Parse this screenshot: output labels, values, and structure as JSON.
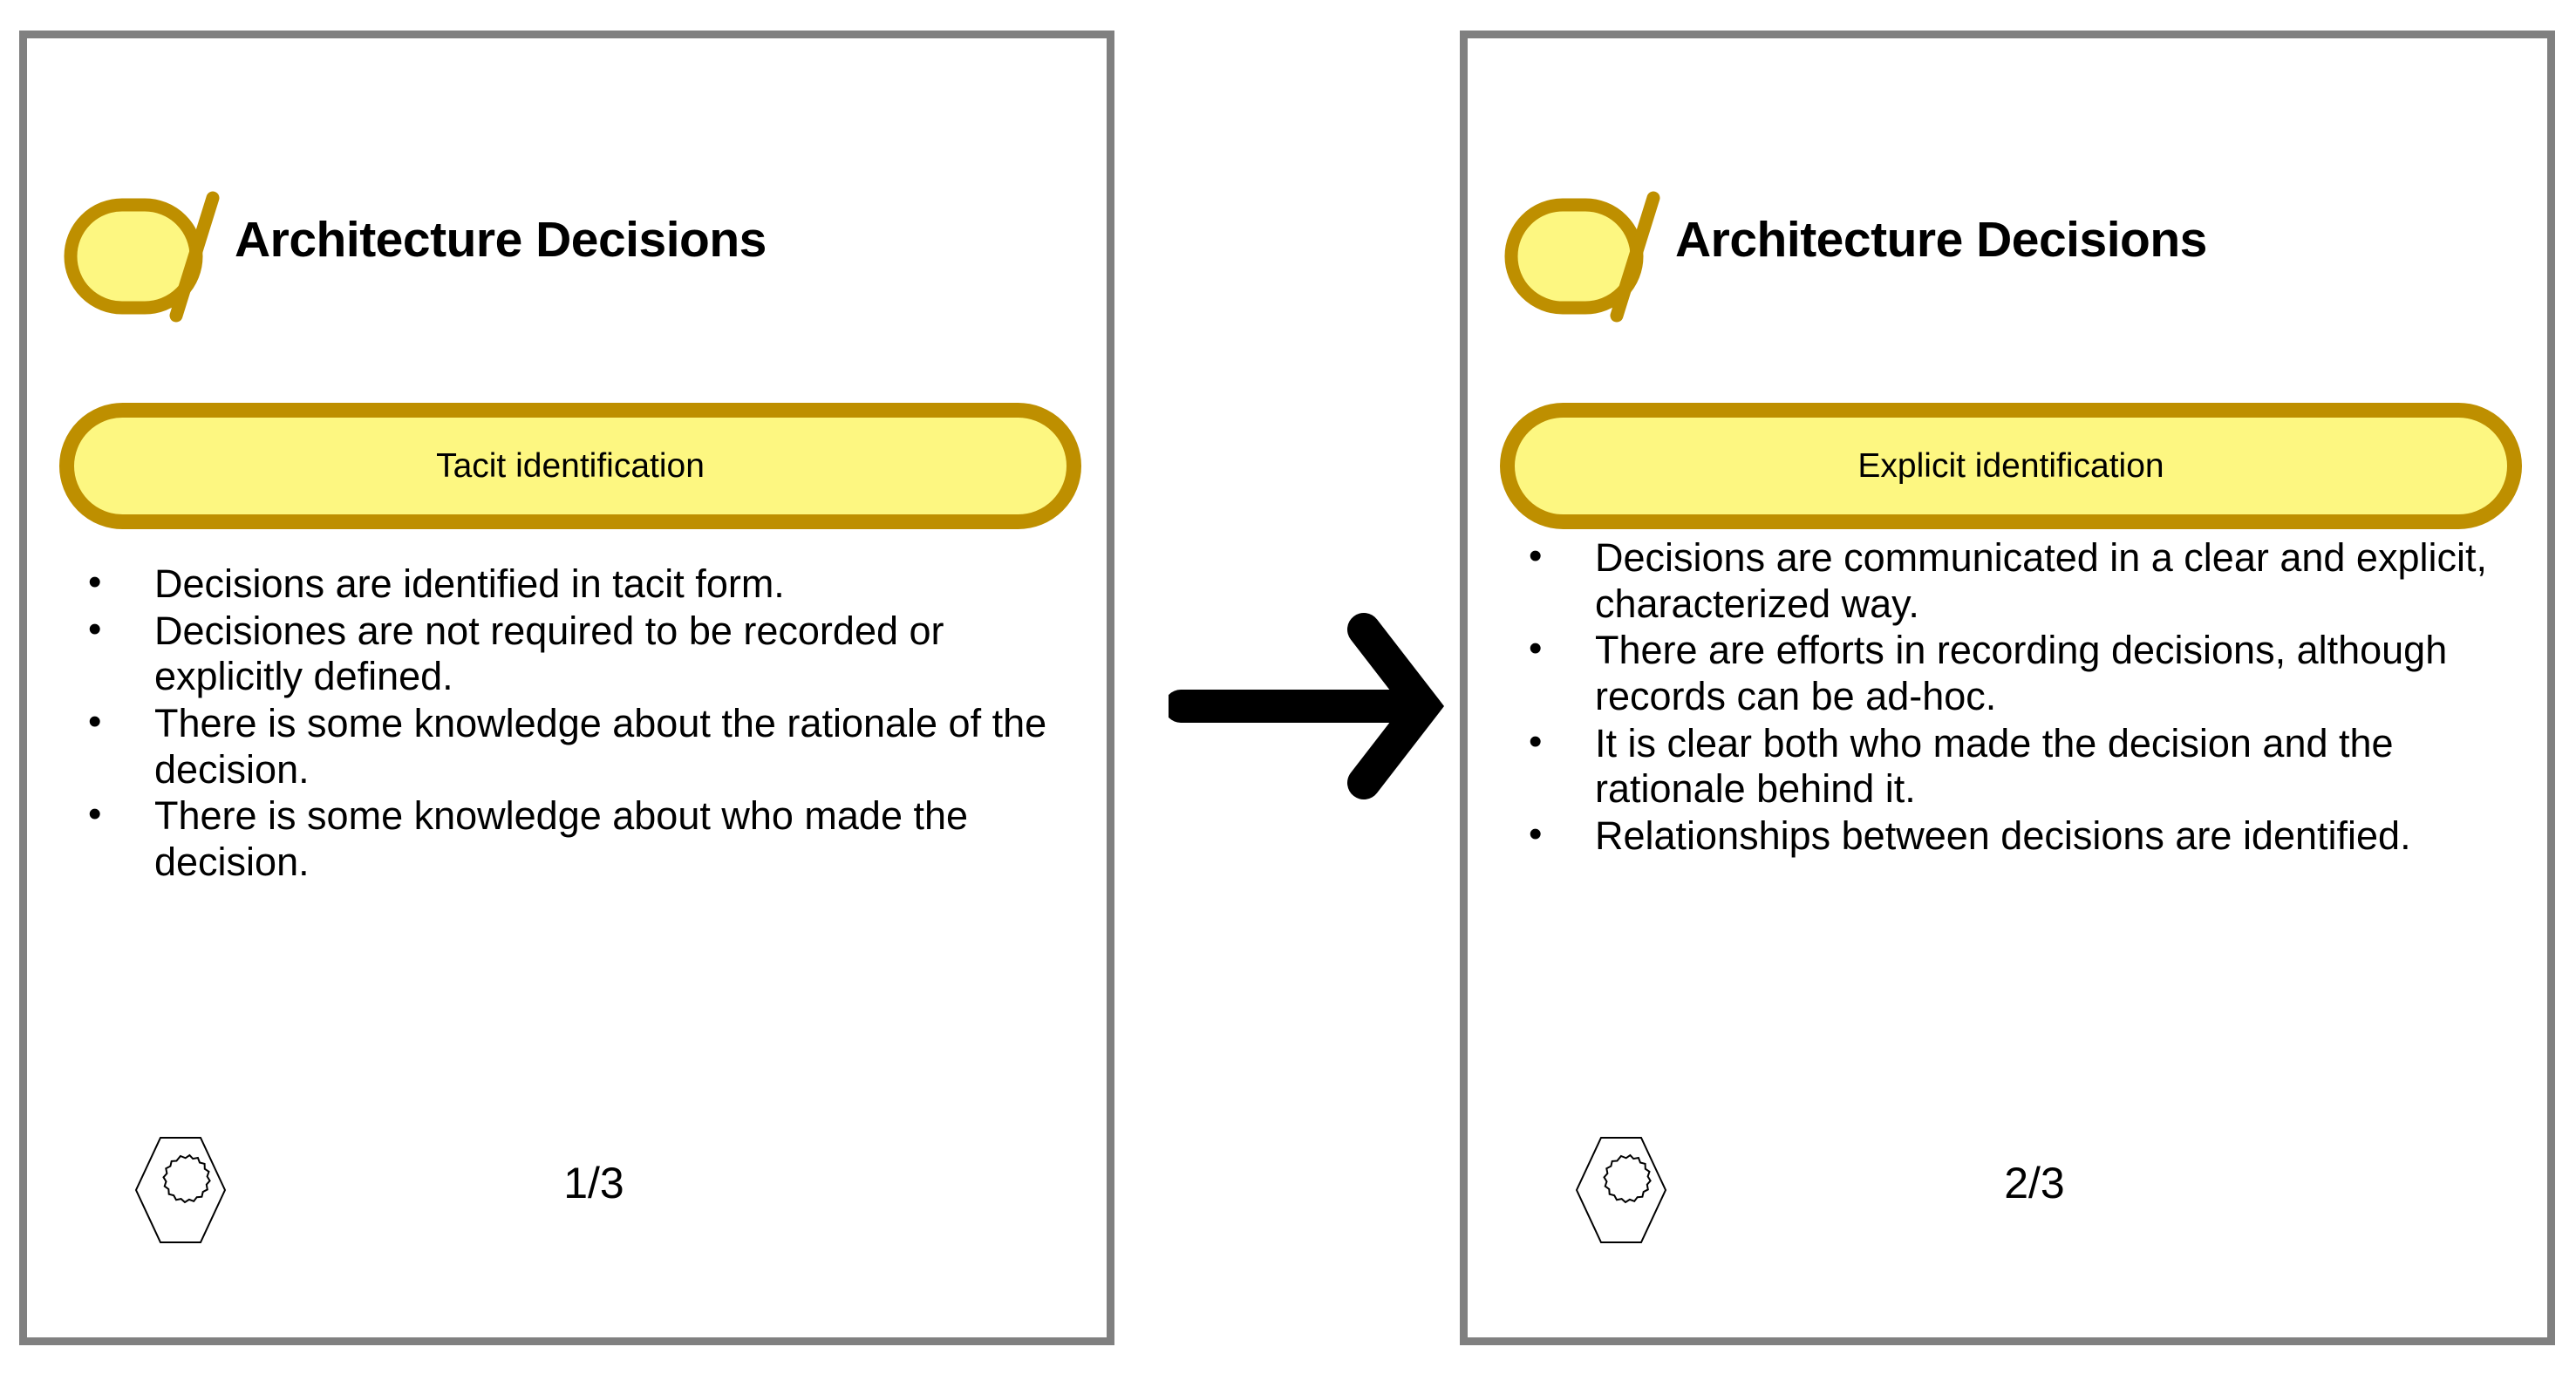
{
  "colors": {
    "panel_border": "#808080",
    "accent_gold": "#BE8F00",
    "accent_yellow_fill": "#FDF781",
    "text": "#000000",
    "arrow": "#000000",
    "page_background": "#FFFFFF"
  },
  "panels": [
    {
      "id": "left",
      "title": "Architecture Decisions",
      "icon_name": "architecture-decision-icon",
      "banner_label": "Tacit identification",
      "bullets": [
        "Decisions are identified in tacit form.",
        "Decisiones are not required to be recorded or explicitly defined.",
        "There is some knowledge about the rationale of the decision.",
        "There is some knowledge about who made the decision."
      ],
      "footer": {
        "badge_icon_name": "hexagon-gear-icon",
        "page_counter": "1/3"
      }
    },
    {
      "id": "right",
      "title": "Architecture Decisions",
      "icon_name": "architecture-decision-icon",
      "banner_label": "Explicit identification",
      "bullets": [
        "Decisions are communicated in a clear and explicit, characterized way.",
        "There are efforts in recording decisions, although records can be ad-hoc.",
        "It is clear both who made the decision and the rationale behind it.",
        "Relationships between decisions are identified."
      ],
      "footer": {
        "badge_icon_name": "hexagon-gear-icon",
        "page_counter": "2/3"
      }
    }
  ],
  "connector": {
    "icon_name": "right-arrow-icon",
    "direction": "right",
    "from_panel": "left",
    "to_panel": "right"
  }
}
